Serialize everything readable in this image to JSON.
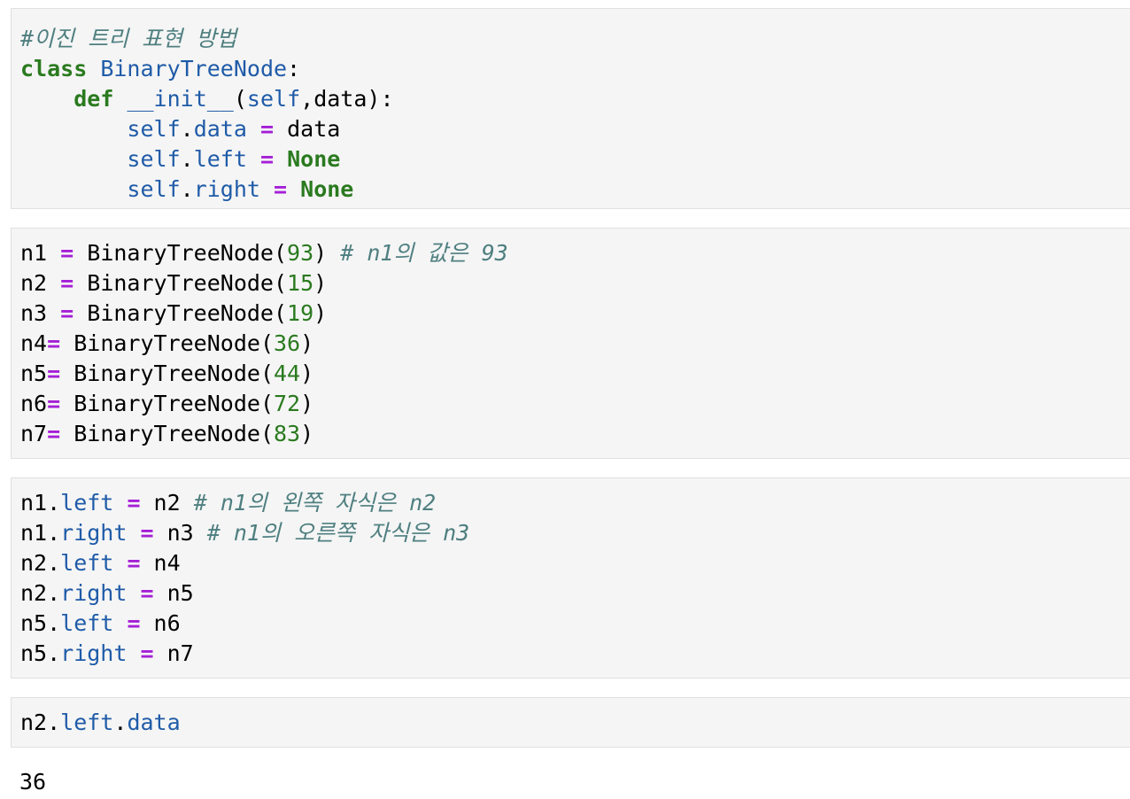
{
  "cells": [
    {
      "lines": [
        [
          {
            "t": "#이진 트리 표현 방법",
            "c": "cm"
          }
        ],
        [
          {
            "t": "class",
            "c": "kw"
          },
          {
            "t": " "
          },
          {
            "t": "BinaryTreeNode",
            "c": "cls"
          },
          {
            "t": ":"
          }
        ],
        [
          {
            "t": "    "
          },
          {
            "t": "def",
            "c": "kw"
          },
          {
            "t": " "
          },
          {
            "t": "__init__",
            "c": "cls"
          },
          {
            "t": "("
          },
          {
            "t": "self",
            "c": "attr"
          },
          {
            "t": ",data):"
          }
        ],
        [
          {
            "t": "        "
          },
          {
            "t": "self",
            "c": "attr"
          },
          {
            "t": "."
          },
          {
            "t": "data",
            "c": "attr"
          },
          {
            "t": " "
          },
          {
            "t": "=",
            "c": "op"
          },
          {
            "t": " data"
          }
        ],
        [
          {
            "t": "        "
          },
          {
            "t": "self",
            "c": "attr"
          },
          {
            "t": "."
          },
          {
            "t": "left",
            "c": "attr"
          },
          {
            "t": " "
          },
          {
            "t": "=",
            "c": "op"
          },
          {
            "t": " "
          },
          {
            "t": "None",
            "c": "kw"
          }
        ],
        [
          {
            "t": "        "
          },
          {
            "t": "self",
            "c": "attr"
          },
          {
            "t": "."
          },
          {
            "t": "right",
            "c": "attr"
          },
          {
            "t": " "
          },
          {
            "t": "=",
            "c": "op"
          },
          {
            "t": " "
          },
          {
            "t": "None",
            "c": "kw"
          }
        ]
      ]
    },
    {
      "lines": [
        [
          {
            "t": "n1 "
          },
          {
            "t": "=",
            "c": "op"
          },
          {
            "t": " BinaryTreeNode("
          },
          {
            "t": "93",
            "c": "num"
          },
          {
            "t": ") "
          },
          {
            "t": "# n1의 값은 93",
            "c": "cm"
          }
        ],
        [
          {
            "t": "n2 "
          },
          {
            "t": "=",
            "c": "op"
          },
          {
            "t": " BinaryTreeNode("
          },
          {
            "t": "15",
            "c": "num"
          },
          {
            "t": ")"
          }
        ],
        [
          {
            "t": "n3 "
          },
          {
            "t": "=",
            "c": "op"
          },
          {
            "t": " BinaryTreeNode("
          },
          {
            "t": "19",
            "c": "num"
          },
          {
            "t": ")"
          }
        ],
        [
          {
            "t": "n4"
          },
          {
            "t": "=",
            "c": "op"
          },
          {
            "t": " BinaryTreeNode("
          },
          {
            "t": "36",
            "c": "num"
          },
          {
            "t": ")"
          }
        ],
        [
          {
            "t": "n5"
          },
          {
            "t": "=",
            "c": "op"
          },
          {
            "t": " BinaryTreeNode("
          },
          {
            "t": "44",
            "c": "num"
          },
          {
            "t": ")"
          }
        ],
        [
          {
            "t": "n6"
          },
          {
            "t": "=",
            "c": "op"
          },
          {
            "t": " BinaryTreeNode("
          },
          {
            "t": "72",
            "c": "num"
          },
          {
            "t": ")"
          }
        ],
        [
          {
            "t": "n7"
          },
          {
            "t": "=",
            "c": "op"
          },
          {
            "t": " BinaryTreeNode("
          },
          {
            "t": "83",
            "c": "num"
          },
          {
            "t": ")"
          }
        ]
      ]
    },
    {
      "lines": [
        [
          {
            "t": "n1."
          },
          {
            "t": "left",
            "c": "attr"
          },
          {
            "t": " "
          },
          {
            "t": "=",
            "c": "op"
          },
          {
            "t": " n2 "
          },
          {
            "t": "# n1의 왼쪽 자식은 n2",
            "c": "cm"
          }
        ],
        [
          {
            "t": "n1."
          },
          {
            "t": "right",
            "c": "attr"
          },
          {
            "t": " "
          },
          {
            "t": "=",
            "c": "op"
          },
          {
            "t": " n3 "
          },
          {
            "t": "# n1의 오른쪽 자식은 n3",
            "c": "cm"
          }
        ],
        [
          {
            "t": "n2."
          },
          {
            "t": "left",
            "c": "attr"
          },
          {
            "t": " "
          },
          {
            "t": "=",
            "c": "op"
          },
          {
            "t": " n4"
          }
        ],
        [
          {
            "t": "n2."
          },
          {
            "t": "right",
            "c": "attr"
          },
          {
            "t": " "
          },
          {
            "t": "=",
            "c": "op"
          },
          {
            "t": " n5"
          }
        ],
        [
          {
            "t": "n5."
          },
          {
            "t": "left",
            "c": "attr"
          },
          {
            "t": " "
          },
          {
            "t": "=",
            "c": "op"
          },
          {
            "t": " n6"
          }
        ],
        [
          {
            "t": "n5."
          },
          {
            "t": "right",
            "c": "attr"
          },
          {
            "t": " "
          },
          {
            "t": "=",
            "c": "op"
          },
          {
            "t": " n7"
          }
        ]
      ]
    },
    {
      "lines": [
        [
          {
            "t": "n2."
          },
          {
            "t": "left",
            "c": "attr"
          },
          {
            "t": "."
          },
          {
            "t": "data",
            "c": "attr"
          }
        ]
      ]
    }
  ],
  "output": "36",
  "colors": {
    "keyword": "#2a7a1f",
    "name": "#1f5ba8",
    "operator": "#a51fd6",
    "number": "#2a7a1f",
    "comment": "#4f7f80",
    "cell_bg": "#f5f5f5",
    "cell_border": "#e0e0e0"
  }
}
